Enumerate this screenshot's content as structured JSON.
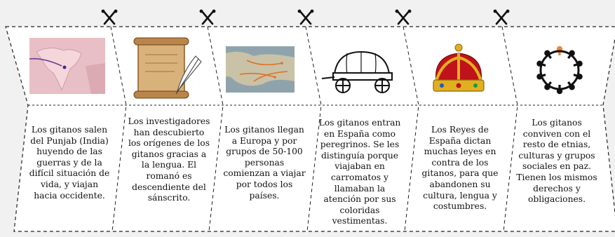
{
  "worksheet": {
    "panels": [
      {
        "icon": "india-map-icon",
        "caption": "Los gitanos salen del Punjab (India) huyendo de las guerras y de la difícil situación de vida, y viajan hacia occidente."
      },
      {
        "icon": "scroll-quill-icon",
        "caption": "Los investigadores han descubierto los orígenes de los gitanos gracias a la lengua. El romanó es descendiente del sánscrito."
      },
      {
        "icon": "europe-migration-map-icon",
        "caption": "Los gitanos llegan a Europa y por grupos de 50-100 personas comienzan a viajar por todos los países."
      },
      {
        "icon": "covered-wagon-icon",
        "caption": "Los gitanos entran en España como peregrinos. Se les distinguía porque viajaban en carromatos y llamaban la atención por sus coloridas vestimentas."
      },
      {
        "icon": "royal-crown-icon",
        "caption": "Los Reyes de España dictan muchas leyes en contra de los gitanos, para que abandonen su cultura, lengua y costumbres."
      },
      {
        "icon": "people-circle-icon",
        "caption": "Los gitanos conviven con el resto de etnias, culturas y grupos sociales en paz. Tienen los mismos derechos y obligaciones."
      }
    ],
    "cut_marks": [
      "scissors-icon",
      "scissors-icon",
      "scissors-icon",
      "scissors-icon",
      "scissors-icon"
    ]
  },
  "colors": {
    "background": "#f1f1f1",
    "panel_fill": "#ffffff",
    "outline": "#222222",
    "map_pink": "#e8bfc6",
    "parchment": "#d8b27a",
    "crown_gold": "#e0b020",
    "crown_red": "#c0121a",
    "people_black": "#111111",
    "people_orange": "#f2852a"
  }
}
